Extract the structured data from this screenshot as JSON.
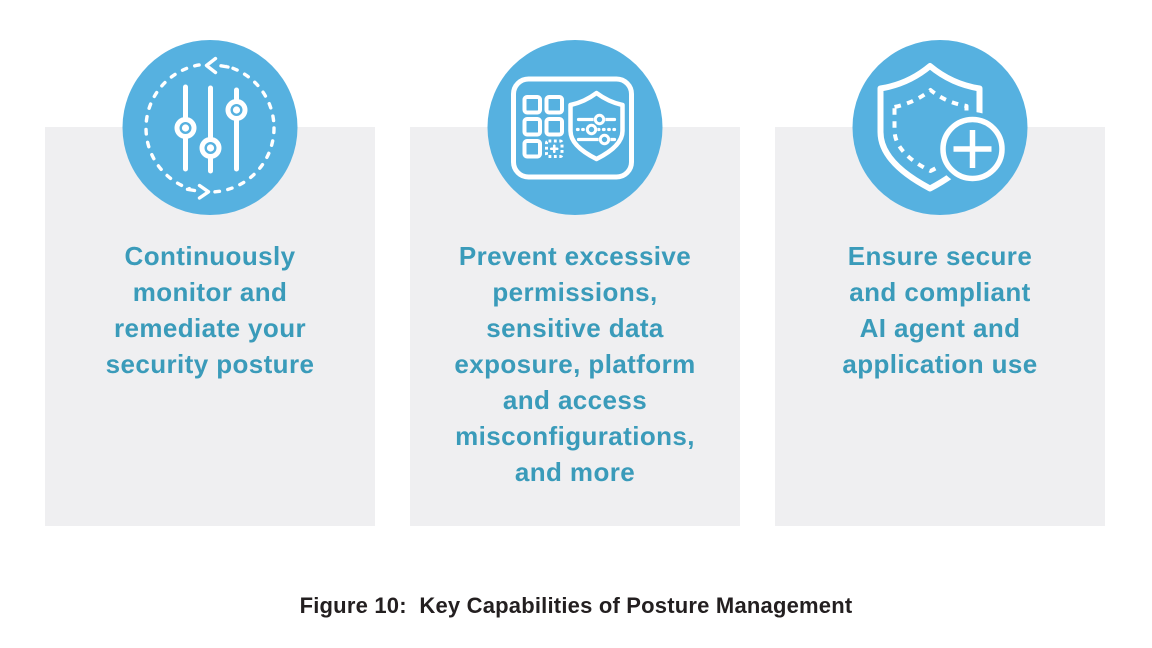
{
  "figure": {
    "caption": "Figure 10:  Key Capabilities of Posture Management"
  },
  "colors": {
    "icon_blue": "#56b1e0",
    "text_teal": "#3a9bba",
    "card_bg": "#efeff1",
    "caption_text": "#231f20",
    "icon_stroke": "#ffffff"
  },
  "cards": [
    {
      "icon": "continuous-monitoring-sliders-icon",
      "text": "Continuously\nmonitor and\nremediate your\nsecurity posture"
    },
    {
      "icon": "misconfiguration-shield-dashboard-icon",
      "text": "Prevent excessive\npermissions,\nsensitive data\nexposure, platform\nand access\nmisconfigurations,\nand more"
    },
    {
      "icon": "shield-plus-icon",
      "text": "Ensure secure\nand compliant\nAI agent and\napplication use"
    }
  ]
}
